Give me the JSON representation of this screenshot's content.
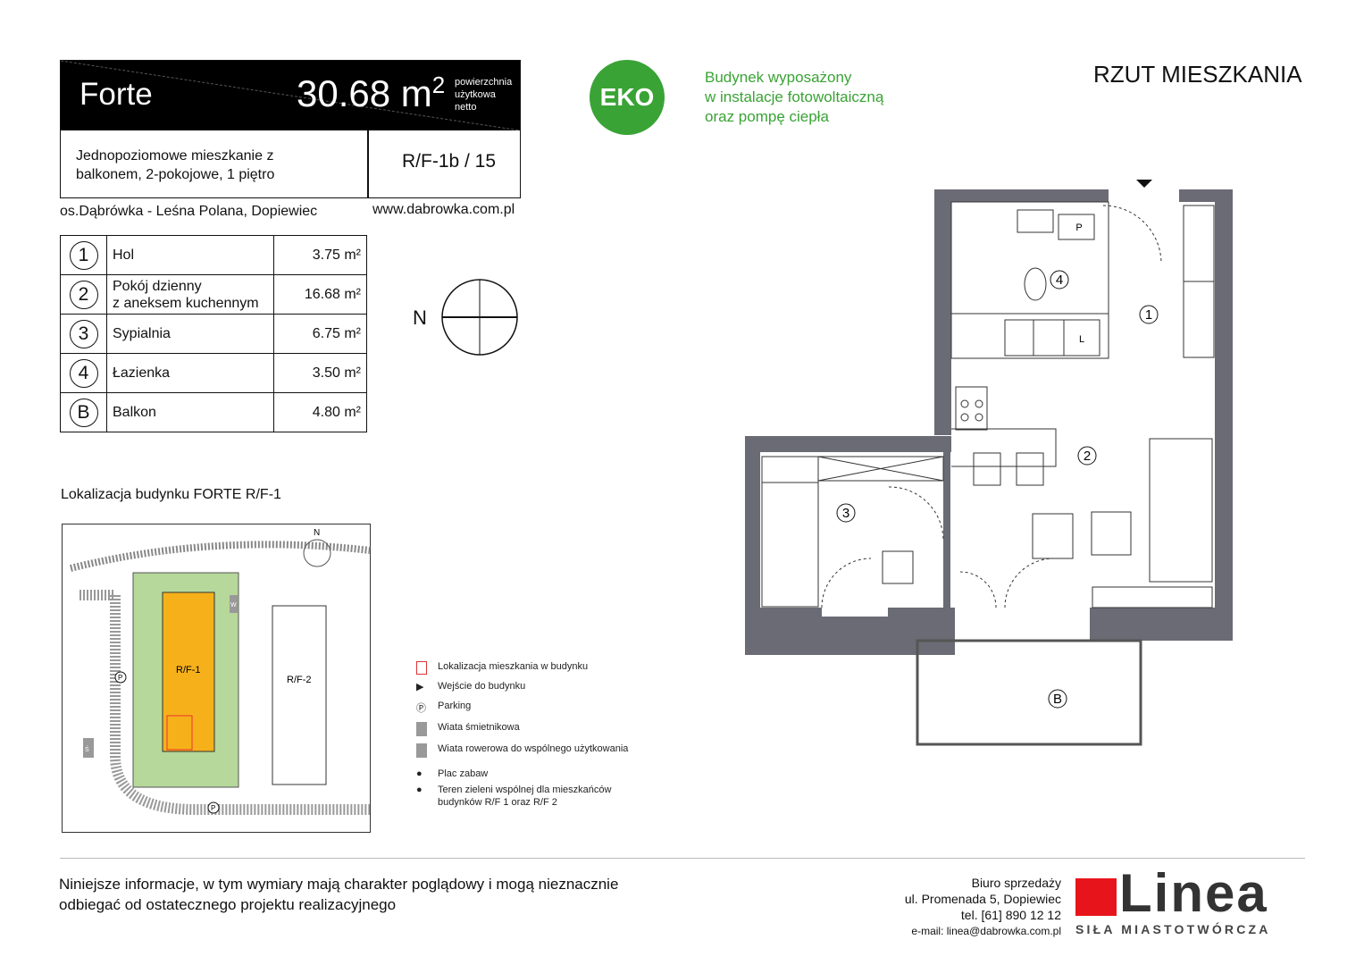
{
  "header": {
    "name": "Forte",
    "area": "30.68",
    "area_unit": "m",
    "area_sup": "2",
    "area_label": [
      "powierzchnia",
      "użytkowa",
      "netto"
    ],
    "description_line1": "Jednopoziomowe mieszkanie z",
    "description_line2": "balkonem, 2-pokojowe, 1 piętro",
    "code": "R/F-1b / 15"
  },
  "location": "os.Dąbrówka - Leśna Polana, Dopiewiec",
  "website": "www.dabrowka.com.pl",
  "rooms": [
    {
      "num": "1",
      "name": "Hol",
      "area": "3.75 m²"
    },
    {
      "num": "2",
      "name": "Pokój dzienny\nz aneksem kuchennym",
      "area": "16.68 m²"
    },
    {
      "num": "3",
      "name": "Sypialnia",
      "area": "6.75 m²"
    },
    {
      "num": "4",
      "name": "Łazienka",
      "area": "3.50 m²"
    },
    {
      "num": "B",
      "name": "Balkon",
      "area": "4.80 m²"
    }
  ],
  "eko": {
    "badge": "EKO",
    "line1": "Budynek wyposażony",
    "line2": "w instalacje fotowoltaiczną",
    "line3": "oraz pompę ciepła",
    "color": "#3aa335"
  },
  "plan_title": "RZUT MIESZKANIA",
  "compass_label": "N",
  "site": {
    "title": "Lokalizacja budynku  FORTE  R/F-1",
    "north": "N",
    "building1": "R/F-1",
    "building2": "R/F-2",
    "parking": "P",
    "bin": "Ś",
    "bike": "W"
  },
  "legend": [
    "Lokalizacja mieszkania w budynku",
    "Wejście do budynku",
    "Parking",
    "Wiata śmietnikowa",
    "Wiata rowerowa do wspólnego użytkowania",
    "Plac zabaw",
    "Teren zieleni wspólnej dla mieszkańców",
    "budynków R/F 1 oraz R/F 2"
  ],
  "plan_labels": {
    "r1": "1",
    "r2": "2",
    "r3": "3",
    "r4": "4",
    "rb": "B",
    "p": "P",
    "l": "L"
  },
  "footer": {
    "line1": "Niniejsze informacje, w tym wymiary mają charakter poglądowy i mogą nieznacznie",
    "line2": "odbiegać od ostatecznego projektu realizacyjnego"
  },
  "contact": {
    "office": "Biuro sprzedaży",
    "address": "ul. Promenada 5, Dopiewiec",
    "phone": "tel. [61] 890 12 12",
    "email": "e-mail: linea@dabrowka.com.pl"
  },
  "brand": {
    "name": "Linea",
    "tagline": "SIŁA MIASTOTWÓRCZA",
    "color": "#e8141b"
  }
}
